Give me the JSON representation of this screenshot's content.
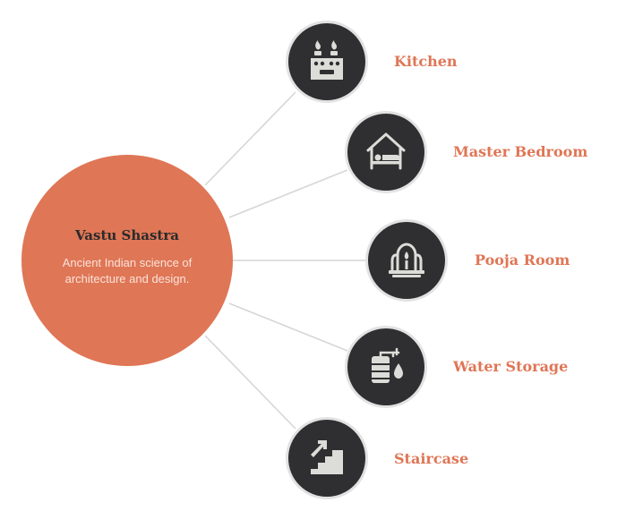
{
  "colors": {
    "accent": "#df7656",
    "node_fill": "#2f2f31",
    "node_ring": "#e2e2e2",
    "icon": "#dcdcd8",
    "connector": "#d6d6d6"
  },
  "hub": {
    "title": "Vastu Shastra",
    "description": "Ancient Indian science of architecture and design."
  },
  "nodes": [
    {
      "label": "Kitchen",
      "icon": "stove-icon"
    },
    {
      "label": "Master Bedroom",
      "icon": "bed-house-icon"
    },
    {
      "label": "Pooja Room",
      "icon": "fountain-icon"
    },
    {
      "label": "Water Storage",
      "icon": "water-tank-icon"
    },
    {
      "label": "Staircase",
      "icon": "stairs-icon"
    }
  ]
}
